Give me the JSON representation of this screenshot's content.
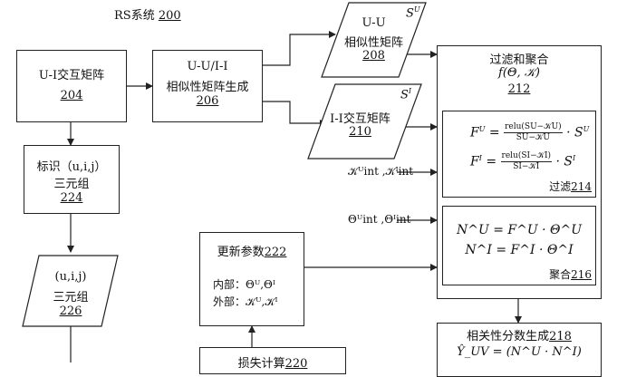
{
  "title": {
    "prefix": "RS系统",
    "num": "200"
  },
  "nodes": {
    "ui_matrix": {
      "line1": "U-I交互矩阵",
      "num": "204"
    },
    "uu_gen": {
      "line1": "U-U/I-I",
      "line2": "相似性矩阵生成",
      "num": "206"
    },
    "uu_sim": {
      "line1": "U-U",
      "line2": "相似性矩阵",
      "num": "208",
      "tag": "S",
      "tag_sup": "U"
    },
    "ii_mat": {
      "line1": "I-I交互矩阵",
      "num": "210",
      "tag": "S",
      "tag_sup": "I"
    },
    "triple_id": {
      "line1": "标识（u,i,j）",
      "line2": "三元组",
      "num": "224"
    },
    "triple": {
      "line1": "(u,i,j)",
      "line2": "三元组",
      "num": "226"
    },
    "filter_agg": {
      "line1": "过滤和聚合",
      "line2": "f(Θ, 𝒦)",
      "num": "212"
    },
    "filter": {
      "label": "过滤",
      "num": "214",
      "eq1_lhs": "F",
      "eq1_sup": "U",
      "eq1_num": "relu(SU−𝒦U)",
      "eq1_den": "SU−𝒦U",
      "eq1_tail": "· S",
      "eq1_tail_sup": "U",
      "eq2_lhs": "F",
      "eq2_sup": "I",
      "eq2_num": "relu(SI−𝒦I)",
      "eq2_den": "SI−𝒦I",
      "eq2_tail": "· S",
      "eq2_tail_sup": "I"
    },
    "aggregate": {
      "label": "聚合",
      "num": "216",
      "eq1": "N^U = F^U · Θ^U",
      "eq2": "N^I = F^I · Θ^I"
    },
    "update": {
      "label": "更新参数",
      "num": "222",
      "inner_label": "内部：",
      "inner_val": "Θᵁ,Θᴵ",
      "outer_label": "外部：",
      "outer_val": "𝒦ᵁ,𝒦ᴵ"
    },
    "loss": {
      "label": "损失计算",
      "num": "220"
    },
    "score": {
      "label": "相关性分数生成",
      "num": "218",
      "eq": "Ŷ_UV = (N^U · N^I)"
    }
  },
  "edge_labels": {
    "k_int": "𝒦ᵁint ,𝒦ᴵint",
    "theta_int": "Θᵁint ,Θᴵint"
  }
}
